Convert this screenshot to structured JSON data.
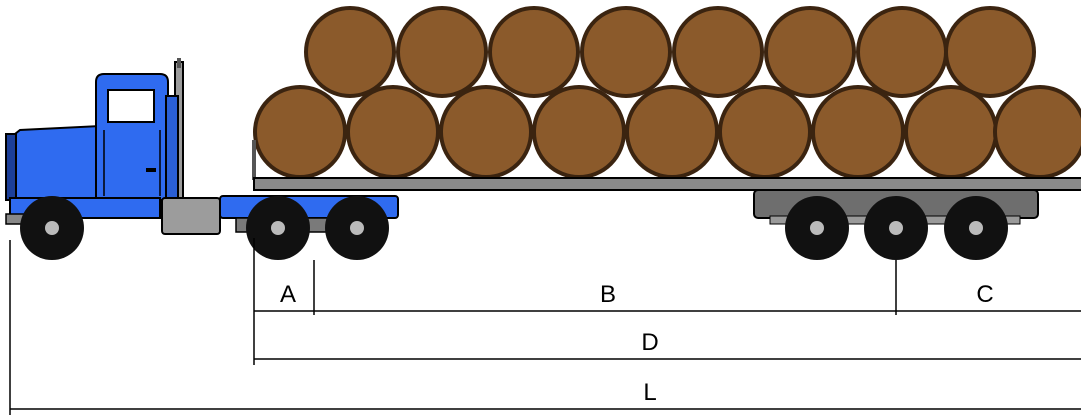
{
  "labels": {
    "a": "A",
    "b": "B",
    "c": "C",
    "d": "D",
    "l": "L"
  },
  "colors": {
    "cab_blue": "#2f6bf0",
    "log_brown": "#8b5a2b",
    "log_edge": "#3b2410",
    "frame_gray": "#7a7a7a",
    "tire": "#111111",
    "line": "#000000"
  }
}
